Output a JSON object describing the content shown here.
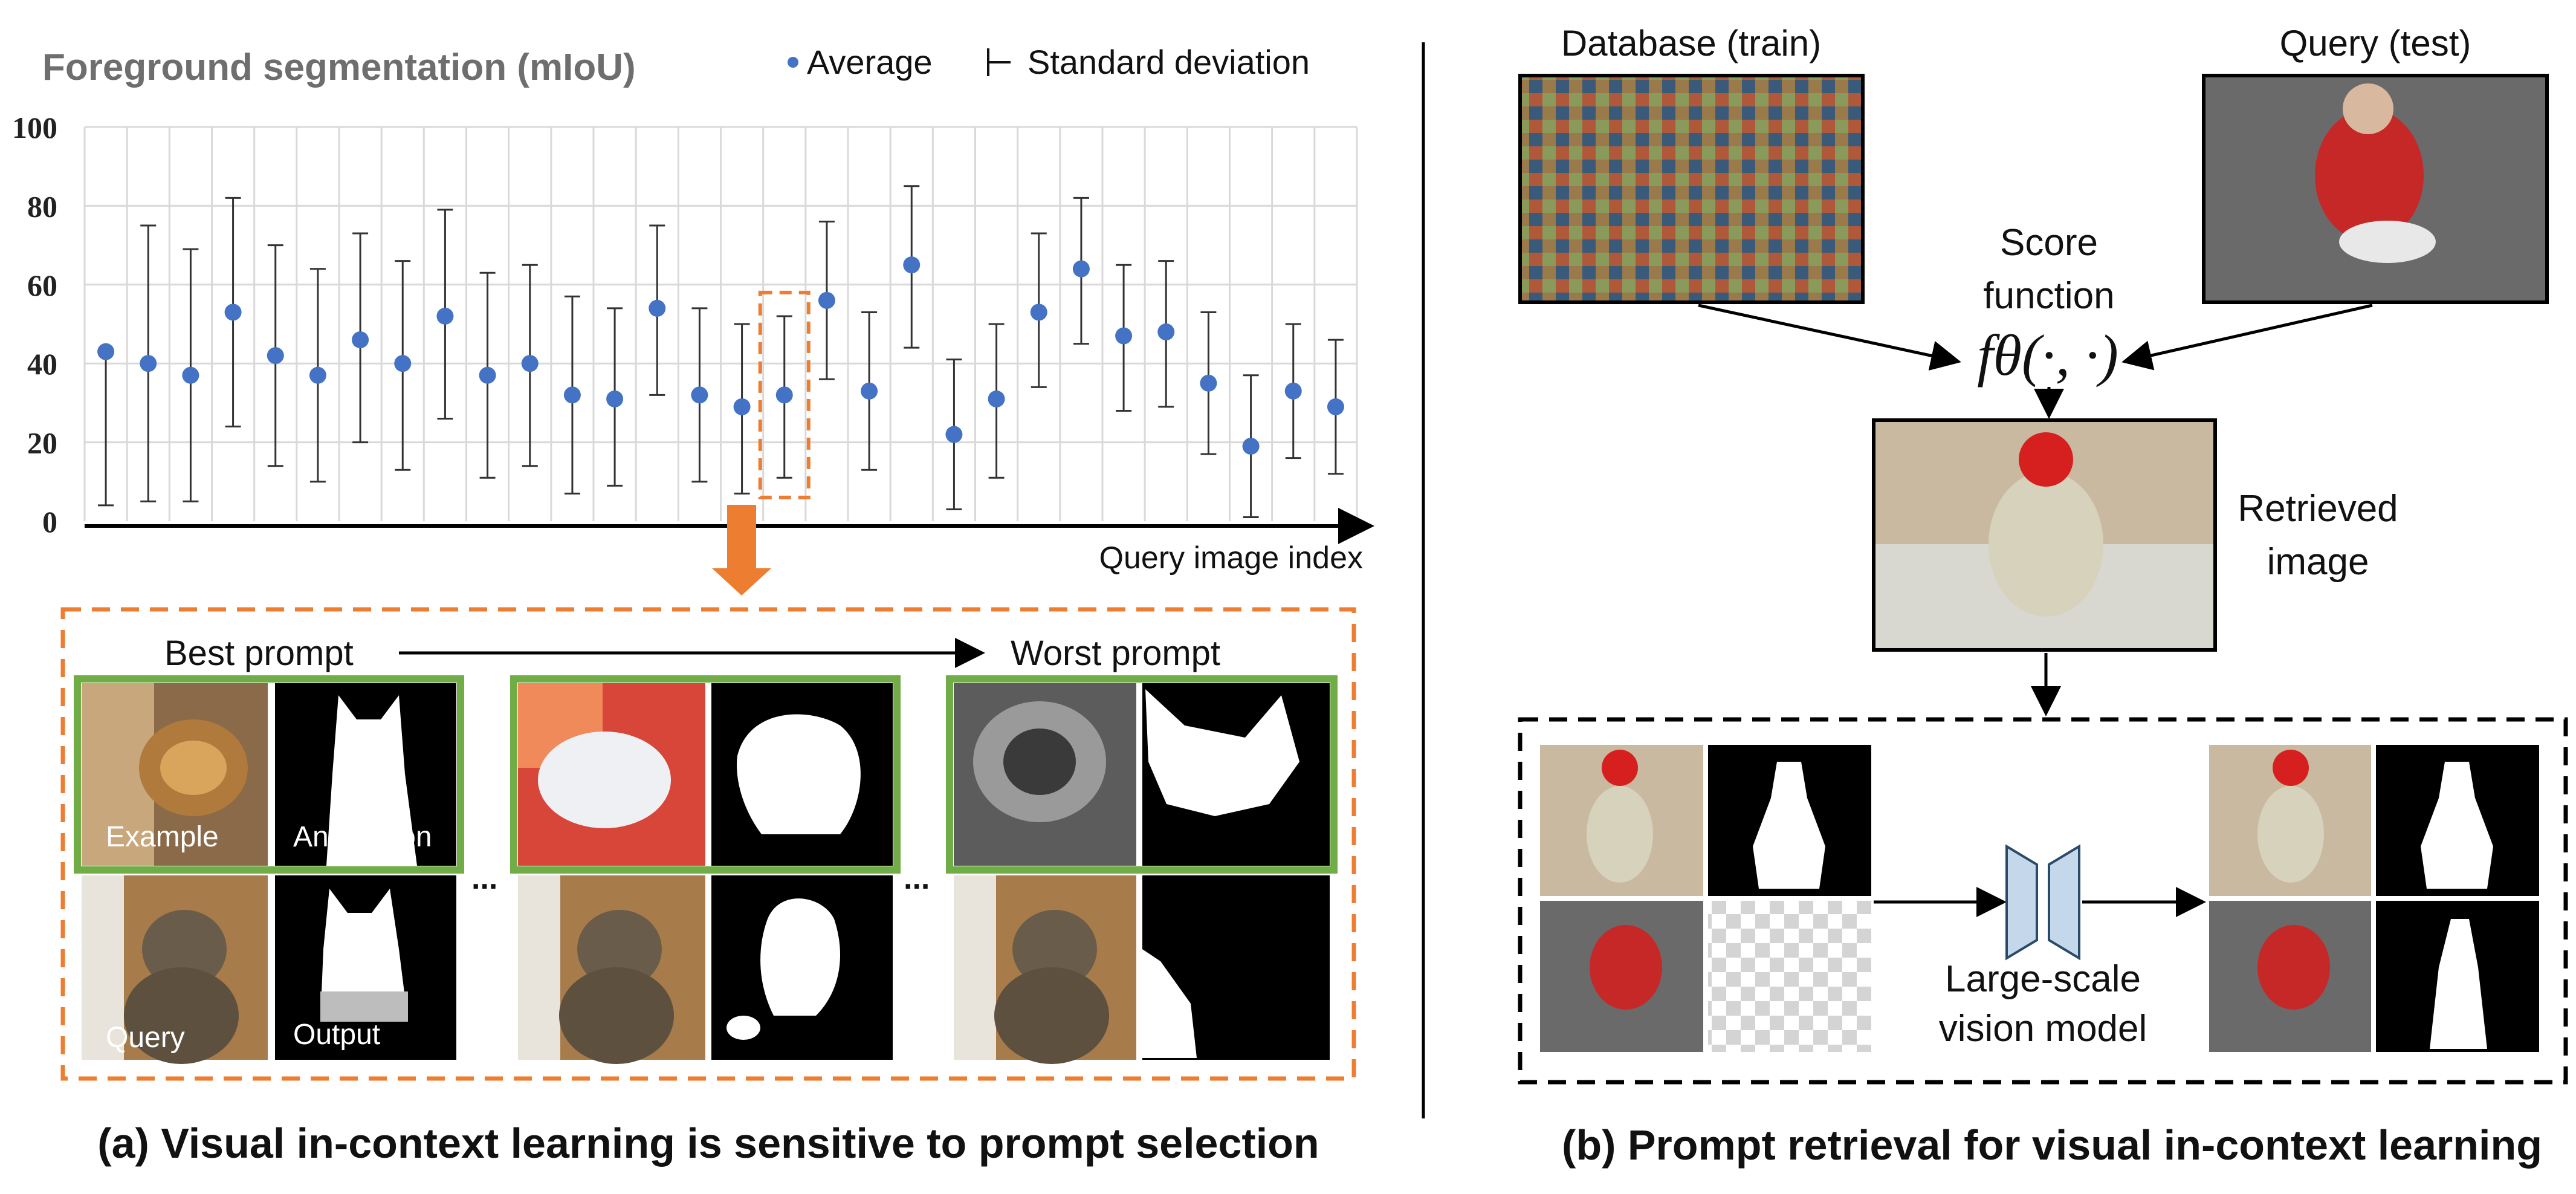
{
  "panel_a": {
    "chart_title": "Foreground segmentation (mIoU)",
    "legend_average": "Average",
    "legend_std": "Standard deviation",
    "x_axis_label": "Query image index",
    "best_prompt": "Best prompt",
    "worst_prompt": "Worst prompt",
    "label_example": "Example",
    "label_annotation": "Annotation",
    "label_query": "Query",
    "label_output": "Output",
    "ellipsis": "...",
    "caption": "(a) Visual in-context learning is sensitive to prompt selection",
    "colors": {
      "dot": "#4472C4",
      "highlight": "#ED7D31",
      "prompt_border": "#70AD47",
      "grid": "#D9D9D9"
    }
  },
  "panel_b": {
    "database_label": "Database (train)",
    "query_label": "Query (test)",
    "score_line1": "Score",
    "score_line2": "function",
    "score_formula": "fθ(·, ·)",
    "retrieved_line1": "Retrieved",
    "retrieved_line2": "image",
    "model_line1": "Large-scale",
    "model_line2": "vision model",
    "caption": "(b) Prompt retrieval for visual in-context learning"
  },
  "chart_data": {
    "type": "scatter",
    "title": "Foreground segmentation (mIoU)",
    "xlabel": "Query image index",
    "ylabel": "",
    "ylim": [
      0,
      100
    ],
    "yticks": [
      0,
      20,
      40,
      60,
      80,
      100
    ],
    "grid": true,
    "legend_position": "top",
    "highlighted_index": 16,
    "series": [
      {
        "name": "Average",
        "values": [
          43,
          40,
          37,
          53,
          42,
          37,
          46,
          40,
          52,
          37,
          40,
          32,
          31,
          54,
          32,
          29,
          32,
          56,
          33,
          65,
          22,
          31,
          53,
          64,
          47,
          48,
          35,
          19,
          33,
          29
        ]
      },
      {
        "name": "Standard deviation",
        "lower": [
          4,
          5,
          5,
          24,
          14,
          10,
          20,
          13,
          26,
          11,
          14,
          7,
          9,
          32,
          10,
          7,
          11,
          36,
          13,
          44,
          3,
          11,
          34,
          45,
          28,
          29,
          17,
          1,
          16,
          12
        ],
        "upper": [
          43,
          75,
          69,
          82,
          70,
          64,
          73,
          66,
          79,
          63,
          65,
          57,
          54,
          75,
          54,
          50,
          52,
          76,
          53,
          85,
          41,
          50,
          73,
          82,
          65,
          66,
          53,
          37,
          50,
          46
        ]
      }
    ]
  }
}
